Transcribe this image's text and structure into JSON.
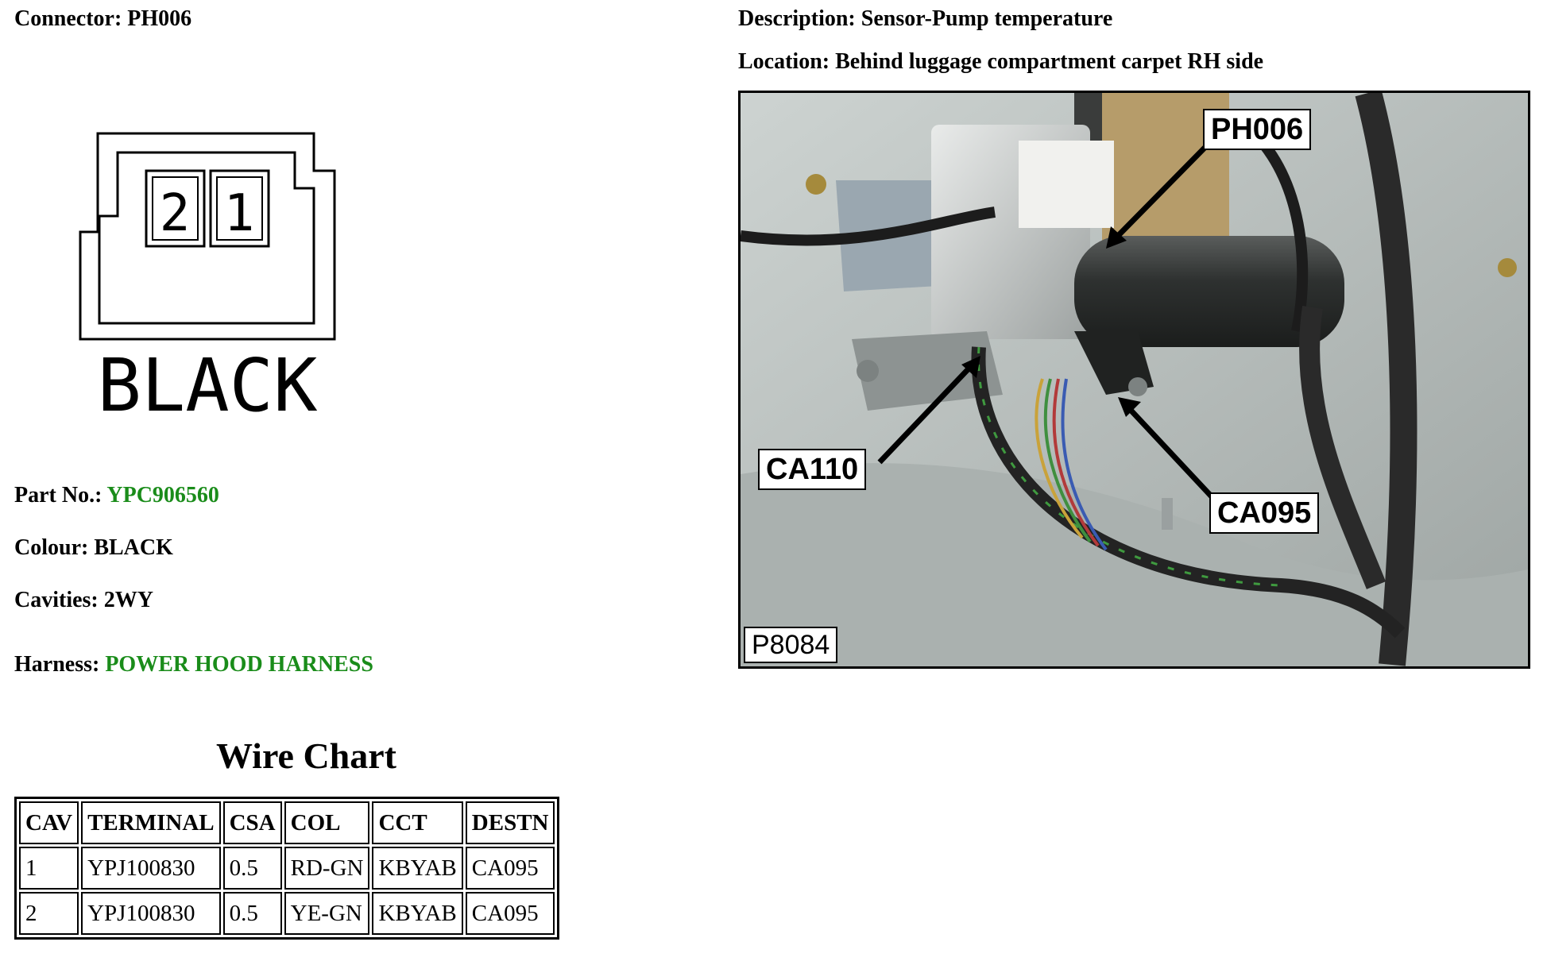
{
  "header": {
    "connector_label": "Connector:",
    "connector_value": "PH006",
    "description_label": "Description:",
    "description_value": "Sensor-Pump temperature",
    "location_label": "Location:",
    "location_value": "Behind luggage compartment carpet RH side"
  },
  "diagram": {
    "cavity_2": "2",
    "cavity_1": "1",
    "colour_text": "BLACK"
  },
  "info": {
    "part_label": "Part No.:",
    "part_value": "YPC906560",
    "colour_label": "Colour:",
    "colour_value": "BLACK",
    "cavities_label": "Cavities:",
    "cavities_value": "2WY",
    "harness_label": "Harness:",
    "harness_value": "POWER HOOD HARNESS"
  },
  "wire_chart": {
    "title": "Wire Chart",
    "headers": [
      "CAV",
      "TERMINAL",
      "CSA",
      "COL",
      "CCT",
      "DESTN"
    ],
    "rows": [
      [
        "1",
        "YPJ100830",
        "0.5",
        "RD-GN",
        "KBYAB",
        "CA095"
      ],
      [
        "2",
        "YPJ100830",
        "0.5",
        "YE-GN",
        "KBYAB",
        "CA095"
      ]
    ]
  },
  "photo": {
    "callout_ph006": "PH006",
    "callout_ca110": "CA110",
    "callout_ca095": "CA095",
    "reference": "P8084"
  },
  "colors": {
    "link_green": "#1a8c1a"
  }
}
